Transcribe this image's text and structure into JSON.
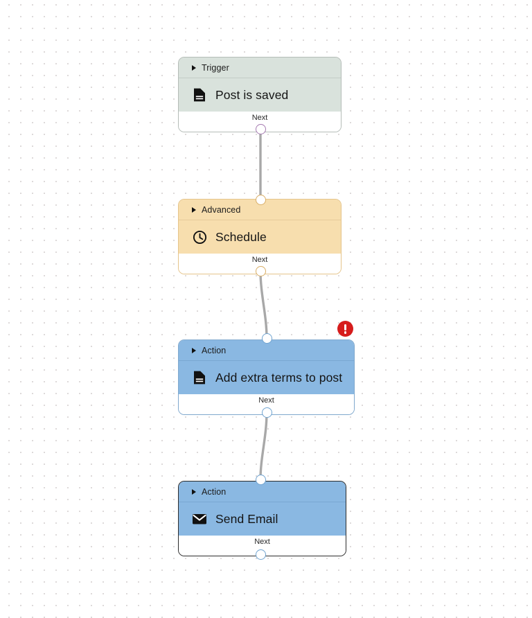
{
  "canvas": {
    "background_color": "#ffffff",
    "grid_dot_color": "#ddd9d9",
    "grid_spacing": "17"
  },
  "nodes": [
    {
      "id": "trigger-post-is-saved",
      "category": "Trigger",
      "title": "Post is saved",
      "icon": "document-icon",
      "footer_label": "Next",
      "color": "#d9e2dc",
      "border_color": "#b4bcb7",
      "selected": false,
      "has_error": false
    },
    {
      "id": "advanced-schedule",
      "category": "Advanced",
      "title": "Schedule",
      "icon": "clock-icon",
      "footer_label": "Next",
      "color": "#f7deae",
      "border_color": "#e5c48a",
      "selected": false,
      "has_error": false
    },
    {
      "id": "action-add-extra-terms-to-post",
      "category": "Action",
      "title": "Add extra terms to post",
      "icon": "document-icon",
      "footer_label": "Next",
      "color": "#8ab8e2",
      "border_color": "#7fa8cd",
      "selected": false,
      "has_error": true,
      "error_badge": "error-exclamation-icon",
      "error_color": "#d61c1c"
    },
    {
      "id": "action-send-email",
      "category": "Action",
      "title": "Send Email",
      "icon": "envelope-icon",
      "footer_label": "Next",
      "color": "#8ab8e2",
      "border_color": "#2b2b2b",
      "selected": true,
      "has_error": false
    }
  ],
  "edges": [
    {
      "from": "trigger-post-is-saved",
      "to": "advanced-schedule",
      "color": "#a8a8a8"
    },
    {
      "from": "advanced-schedule",
      "to": "action-add-extra-terms-to-post",
      "color": "#a8a8a8"
    },
    {
      "from": "action-add-extra-terms-to-post",
      "to": "action-send-email",
      "color": "#a8a8a8"
    }
  ]
}
